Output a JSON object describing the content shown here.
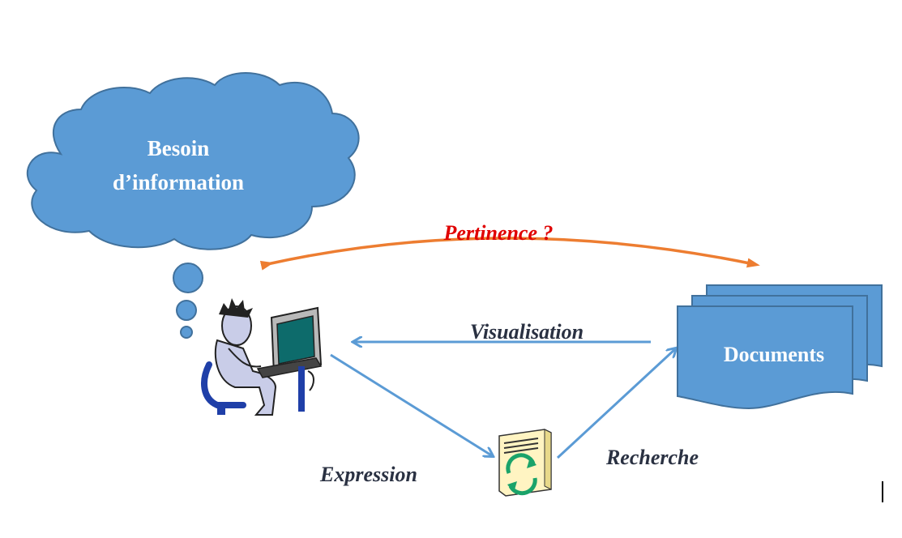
{
  "cloud": {
    "line1": "Besoin",
    "line2": "d’information"
  },
  "labels": {
    "pertinence": "Pertinence ?",
    "visualisation": "Visualisation",
    "documents": "Documents",
    "expression": "Expression",
    "recherche": "Recherche"
  },
  "colors": {
    "cloud_fill": "#5b9bd5",
    "cloud_stroke": "#41719c",
    "arrow_blue": "#5b9bd5",
    "arrow_orange": "#ed7d31",
    "pertinence_text": "#e00000",
    "label_text": "#2a3142"
  },
  "icons": {
    "user": "user-at-computer-icon",
    "server": "search-engine-server-icon",
    "documents": "document-stack-icon"
  }
}
